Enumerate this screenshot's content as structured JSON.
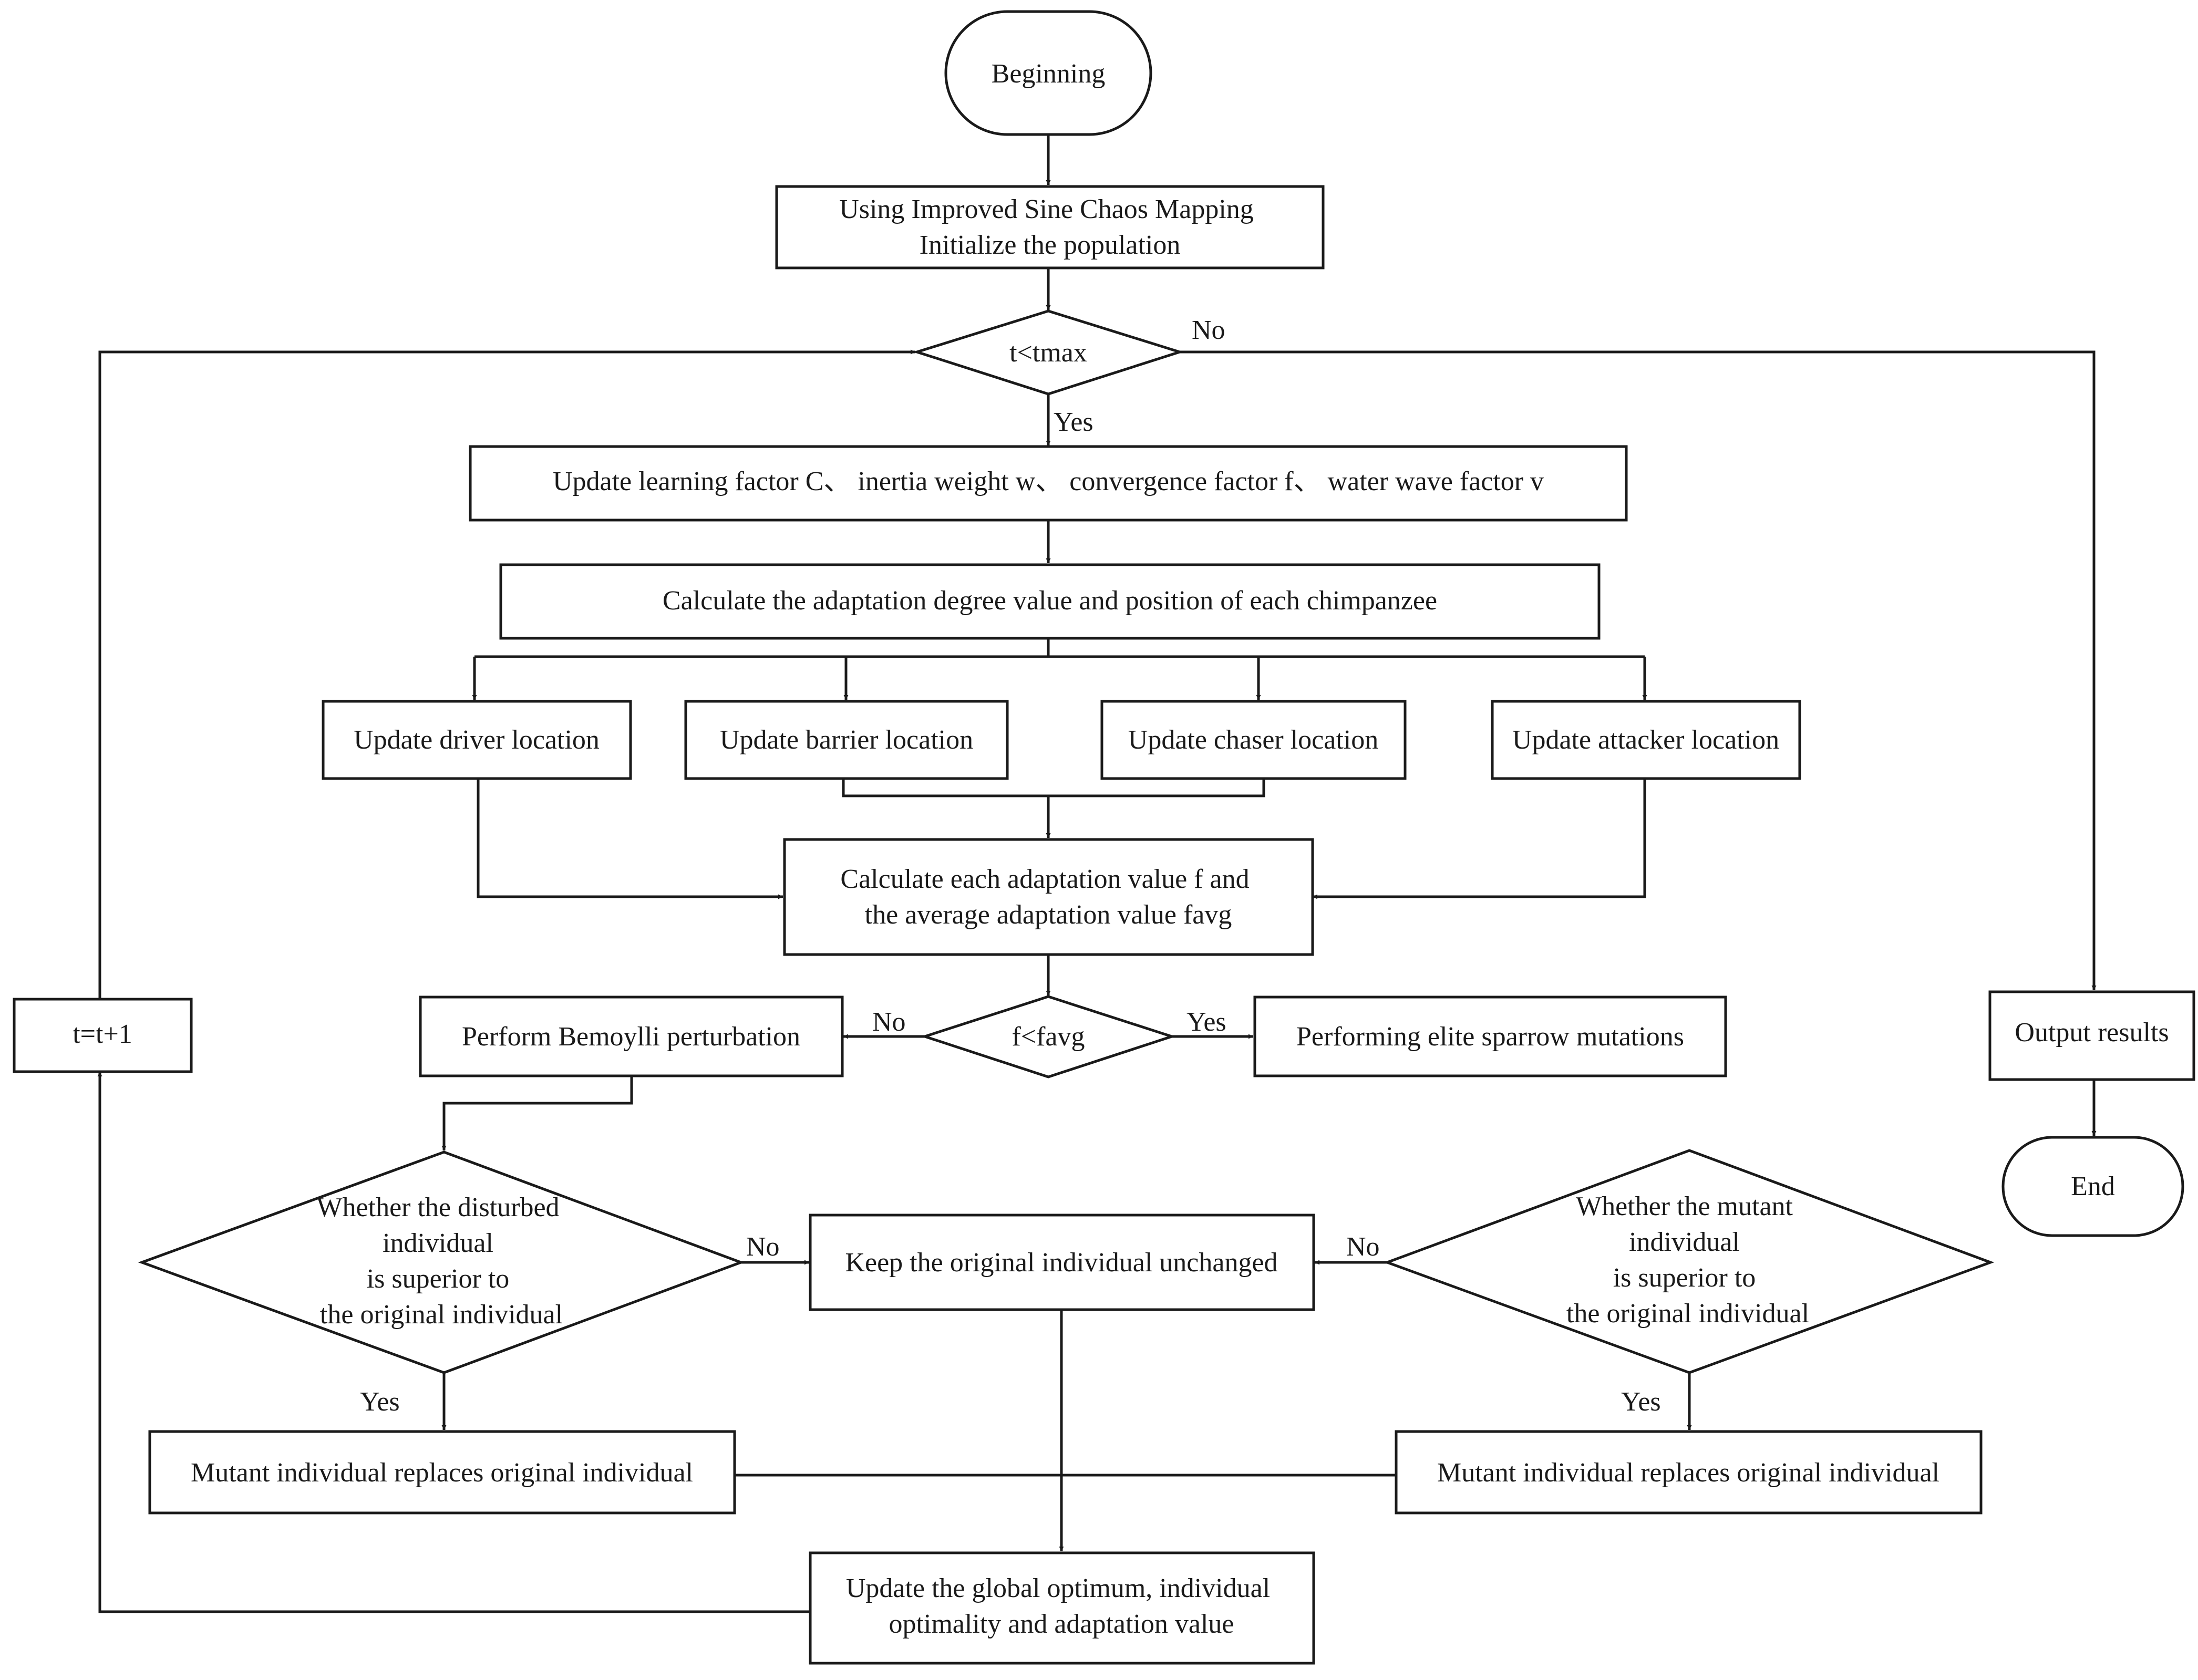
{
  "diagram": {
    "nodes": {
      "beginning": {
        "lines": [
          "Beginning"
        ]
      },
      "init": {
        "lines": [
          "Using Improved Sine Chaos Mapping",
          "Initialize the population"
        ]
      },
      "t_check": {
        "lines": [
          "t<tmax"
        ]
      },
      "update_factors": {
        "lines": [
          "Update learning factor C、 inertia weight w、  convergence factor f、 water wave factor v"
        ]
      },
      "calc_fitness": {
        "lines": [
          "Calculate the adaptation degree value and position of each chimpanzee"
        ]
      },
      "driver": {
        "lines": [
          "Update driver location"
        ]
      },
      "barrier": {
        "lines": [
          "Update barrier location"
        ]
      },
      "chaser": {
        "lines": [
          "Update chaser location"
        ]
      },
      "attacker": {
        "lines": [
          "Update attacker location"
        ]
      },
      "calc_each": {
        "lines": [
          "Calculate each adaptation value f and",
          "the average adaptation value favg"
        ]
      },
      "f_check": {
        "lines": [
          "f<favg"
        ]
      },
      "bernoulli": {
        "lines": [
          "Perform Bemoylli perturbation"
        ]
      },
      "elite": {
        "lines": [
          "Performing elite sparrow mutations"
        ]
      },
      "disturbed_check": {
        "lines": [
          "Whether the disturbed",
          "individual",
          "is superior to",
          "the original individual"
        ]
      },
      "mutant_check": {
        "lines": [
          "Whether the mutant",
          "individual",
          "is superior to",
          "the original individual"
        ]
      },
      "keep": {
        "lines": [
          "Keep the original individual unchanged"
        ]
      },
      "replace_left": {
        "lines": [
          "Mutant individual replaces original individual"
        ]
      },
      "replace_right": {
        "lines": [
          "Mutant individual replaces original individual"
        ]
      },
      "update_global": {
        "lines": [
          "Update the global optimum, individual",
          "optimality and adaptation value"
        ]
      },
      "increment": {
        "lines": [
          "t=t+1"
        ]
      },
      "output": {
        "lines": [
          "Output results"
        ]
      },
      "end": {
        "lines": [
          "End"
        ]
      }
    },
    "edge_labels": {
      "t_no": "No",
      "t_yes": "Yes",
      "f_no": "No",
      "f_yes": "Yes",
      "disturbed_no": "No",
      "disturbed_yes": "Yes",
      "mutant_no": "No",
      "mutant_yes": "Yes"
    }
  }
}
